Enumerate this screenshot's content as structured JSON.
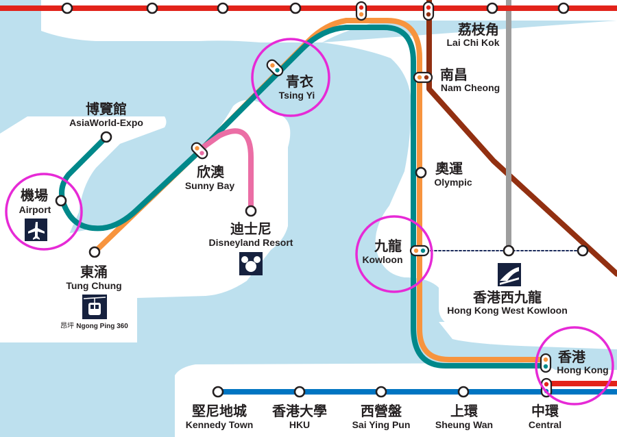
{
  "colors": {
    "water": "#bde0ee",
    "land": "#ffffff",
    "tsuen_wan_line": "#e2231a",
    "tung_chung_line": "#f7943e",
    "airport_express": "#00888a",
    "disneyland_line": "#eb6ea5",
    "tuen_ma_line": "#923011",
    "island_line": "#0075c2",
    "high_speed_rail": "#9e9e9e",
    "highlight_ring": "#e62ad6",
    "station_stroke": "#231f20"
  },
  "stations": {
    "lai_chi_kok": {
      "zh": "荔枝角",
      "en": "Lai Chi Kok"
    },
    "nam_cheong": {
      "zh": "南昌",
      "en": "Nam Cheong"
    },
    "olympic": {
      "zh": "奧運",
      "en": "Olympic"
    },
    "kowloon": {
      "zh": "九龍",
      "en": "Kowloon"
    },
    "hk_west_kowloon": {
      "zh": "香港西九龍",
      "en": "Hong Kong West Kowloon"
    },
    "hong_kong": {
      "zh": "香港",
      "en": "Hong Kong"
    },
    "tsing_yi": {
      "zh": "青衣",
      "en": "Tsing Yi"
    },
    "sunny_bay": {
      "zh": "欣澳",
      "en": "Sunny Bay"
    },
    "disneyland": {
      "zh": "迪士尼",
      "en": "Disneyland Resort"
    },
    "asiaworld_expo": {
      "zh": "博覽館",
      "en": "AsiaWorld-Expo"
    },
    "airport": {
      "zh": "機場",
      "en": "Airport"
    },
    "tung_chung": {
      "zh": "東涌",
      "en": "Tung Chung"
    },
    "ngong_ping": {
      "zh": "昂坪",
      "en": "Ngong Ping 360"
    },
    "kennedy_town": {
      "zh": "堅尼地城",
      "en": "Kennedy Town"
    },
    "hku": {
      "zh": "香港大學",
      "en": "HKU"
    },
    "sai_ying_pun": {
      "zh": "西營盤",
      "en": "Sai Ying Pun"
    },
    "sheung_wan": {
      "zh": "上環",
      "en": "Sheung Wan"
    },
    "central": {
      "zh": "中環",
      "en": "Central"
    }
  },
  "icons": {
    "airport": "airplane-icon",
    "disneyland": "mickey-head-icon",
    "high_speed_rail": "high-speed-train-icon",
    "ngong_ping": "cable-car-icon"
  }
}
